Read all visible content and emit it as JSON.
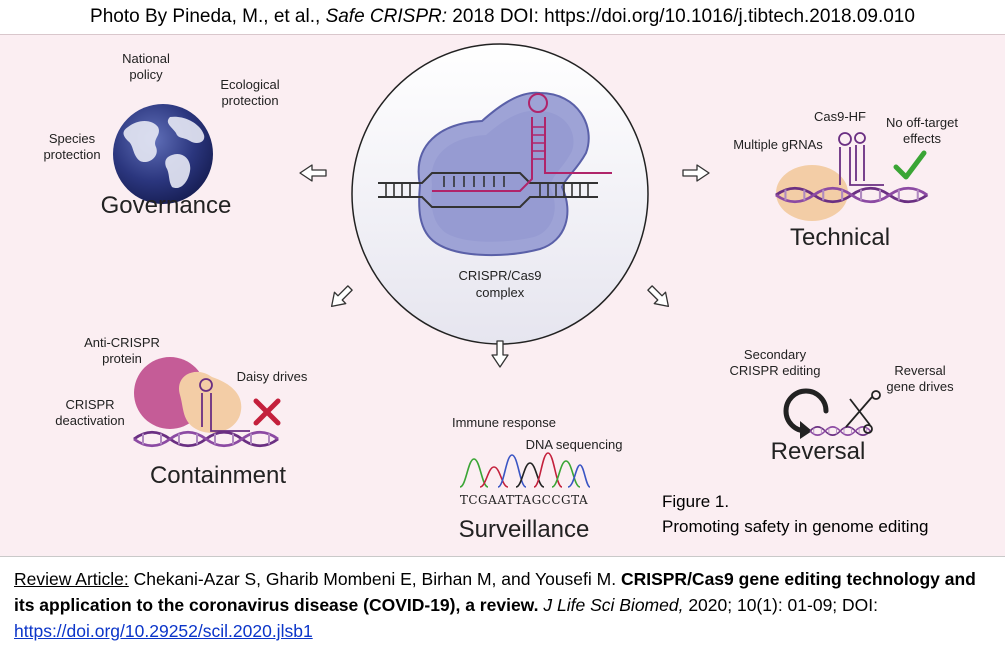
{
  "header": {
    "prefix": "Photo By Pineda, M., et al., ",
    "source_italic": "Safe CRISPR:",
    "year": " 2018  ",
    "doi": "DOI: https://doi.org/10.1016/j.tibtech.2018.09.010"
  },
  "center": {
    "label_line1": "CRISPR/Cas9",
    "label_line2": "complex"
  },
  "governance": {
    "title": "Governance",
    "national_line1": "National",
    "national_line2": "policy",
    "ecological_line1": "Ecological",
    "ecological_line2": "protection",
    "species_line1": "Species",
    "species_line2": "protection"
  },
  "technical": {
    "title": "Technical",
    "cas9hf": "Cas9-HF",
    "noofftarget_line1": "No off-target",
    "noofftarget_line2": "effects",
    "multiple": "Multiple gRNAs"
  },
  "containment": {
    "title": "Containment",
    "anticrispr_line1": "Anti-CRISPR",
    "anticrispr_line2": "protein",
    "daisy": "Daisy drives",
    "deact_line1": "CRISPR",
    "deact_line2": "deactivation"
  },
  "surveillance": {
    "title": "Surveillance",
    "immune": "Immune response",
    "dnaseq": "DNA sequencing",
    "sequence": "TCGAATTAGCCGTA"
  },
  "reversal": {
    "title": "Reversal",
    "secondary_line1": "Secondary",
    "secondary_line2": "CRISPR editing",
    "revgene_line1": "Reversal",
    "revgene_line2": "gene drives"
  },
  "caption": {
    "line1": "Figure 1.",
    "line2": "Promoting safety in genome editing"
  },
  "citation": {
    "label": "Review Article:",
    "authors": " Chekani-Azar S, Gharib Mombeni E, Birhan M, and Yousefi M. ",
    "title": "CRISPR/Cas9 gene editing technology and its application to the coronavirus disease (COVID-19), a review.",
    "journal": "J Life Sci Biomed,",
    "details": " 2020; 10(1): 01-09; DOI: ",
    "doi_link": "https://doi.org/10.29252/scil.2020.jlsb1"
  },
  "colors": {
    "panel_bg": "#fbeef2",
    "cas9_blue": "#9ea3d6",
    "globe_navy": "#1f2a6b",
    "dna_purple": "#6a2f82",
    "grna_magenta": "#b0246a",
    "peach": "#f3cda6",
    "check_green": "#3aa535",
    "cross_red": "#c4203c",
    "link_blue": "#0b35c9"
  }
}
